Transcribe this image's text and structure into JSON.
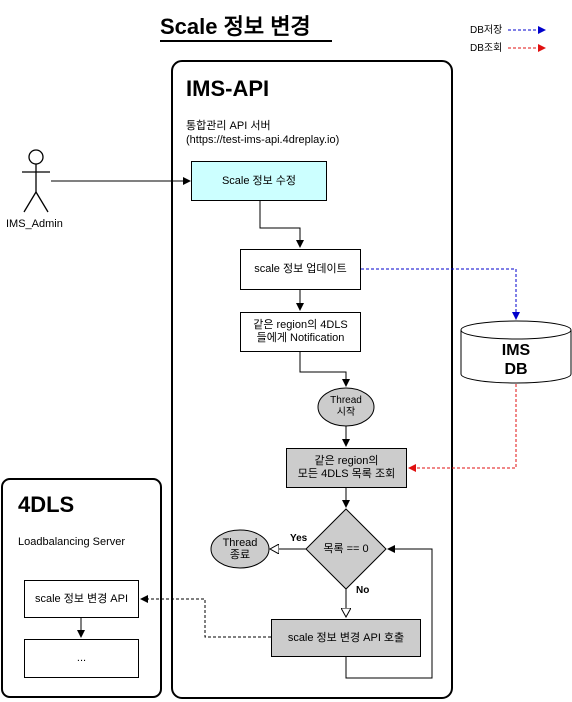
{
  "title": "Scale 정보 변경",
  "legend": {
    "save_label": "DB저장",
    "query_label": "DB조회",
    "save_color": "#0000cc",
    "query_color": "#e01010"
  },
  "actor": {
    "label": "IMS_Admin"
  },
  "api_container": {
    "title": "IMS-API",
    "subtitle_line1": "통합관리 API 서버",
    "subtitle_line2": "(https://test-ims-api.4dreplay.io)"
  },
  "steps": {
    "scale_edit": "Scale 정보 수정",
    "scale_update": "scale 정보 업데이트",
    "notify_line1": "같은 region의 4DLS",
    "notify_line2": "들에게 Notification",
    "thread_start_line1": "Thread",
    "thread_start_line2": "시작",
    "list_query_line1": "같은 region의",
    "list_query_line2": "모든 4DLS 목록 조회",
    "decision": "목록 == 0",
    "yes_label": "Yes",
    "no_label": "No",
    "thread_end_line1": "Thread",
    "thread_end_line2": "종료",
    "api_call": "scale 정보 변경 API 호출"
  },
  "db": {
    "line1": "IMS",
    "line2": "DB"
  },
  "dls_container": {
    "title": "4DLS",
    "subtitle": "Loadbalancing Server",
    "api_box": "scale 정보 변경 API",
    "ellipsis_box": "..."
  },
  "colors": {
    "scale_edit_fill": "#ccffff",
    "process_fill": "#ffffff",
    "gray_fill": "#cccccc"
  }
}
